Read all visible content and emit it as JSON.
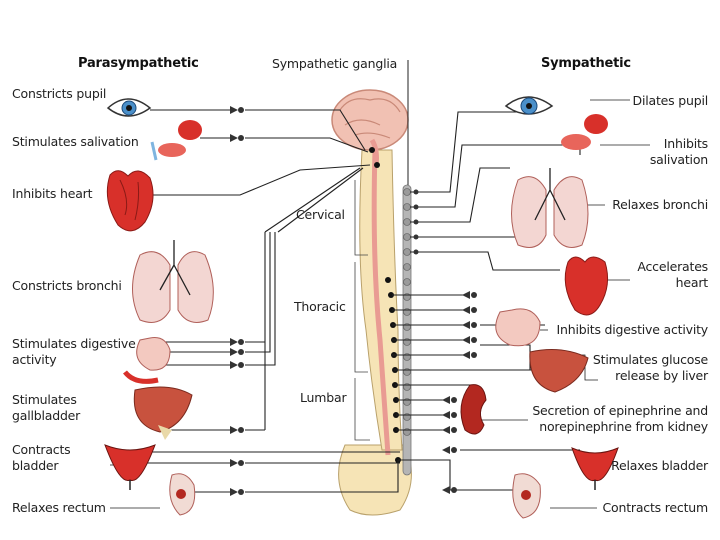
{
  "headers": {
    "parasympathetic": "Parasympathetic",
    "ganglia": "Sympathetic ganglia",
    "sympathetic": "Sympathetic"
  },
  "regions": {
    "cervical": "Cervical",
    "thoracic": "Thoracic",
    "lumbar": "Lumbar"
  },
  "parasympathetic": [
    "Constricts pupil",
    "Stimulates salivation",
    "Inhibits heart",
    "Constricts bronchi",
    "Stimulates digestive\nactivity",
    "Stimulates\ngallbladder",
    "Contracts\nbladder",
    "Relaxes rectum"
  ],
  "sympathetic": [
    "Dilates pupil",
    "Inhibits\nsalivation",
    "Relaxes bronchi",
    "Accelerates\nheart",
    "Inhibits digestive activity",
    "Stimulates glucose\nrelease by liver",
    "Secretion of epinephrine and\nnorepinephrine from kidney",
    "Relaxes bladder",
    "Contracts rectum"
  ],
  "colors": {
    "organ_red": "#d8302a",
    "organ_pink": "#f3b9b3",
    "spine_cream": "#f6e4b6",
    "brain_pink": "#f1c1b3",
    "ganglia_gray": "#9a9a9a",
    "line": "#222222"
  }
}
